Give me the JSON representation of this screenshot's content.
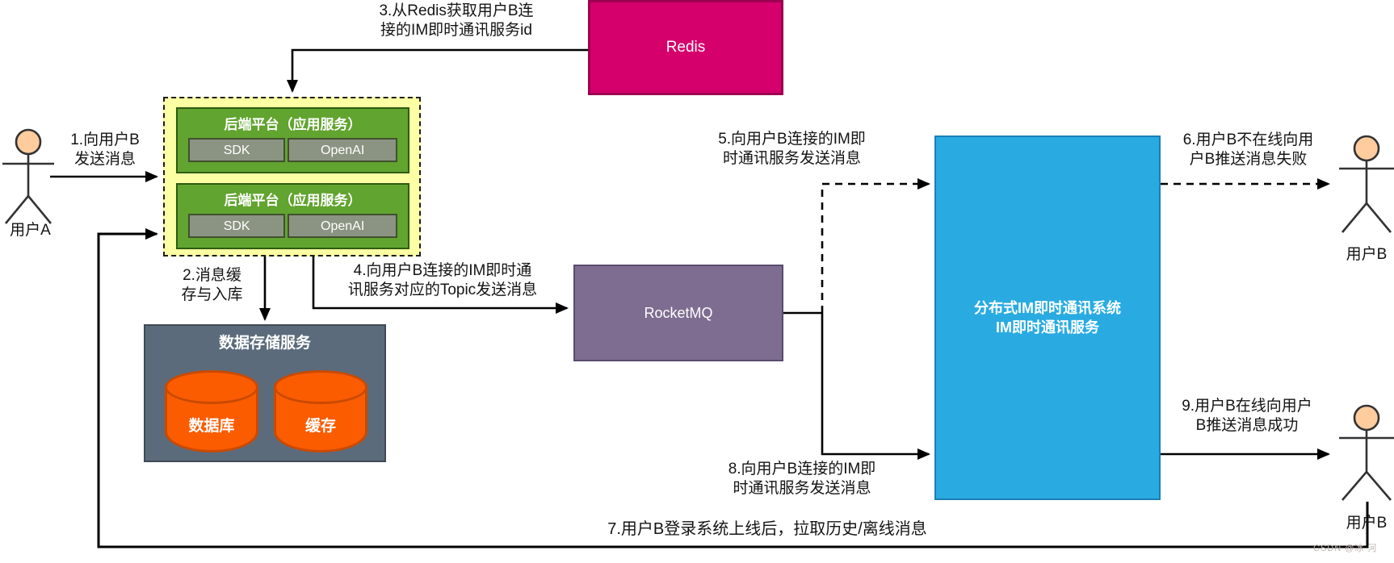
{
  "actors": {
    "user_a": {
      "label": "用户A"
    },
    "user_b_top": {
      "label": "用户B"
    },
    "user_b_bottom": {
      "label": "用户B"
    }
  },
  "nodes": {
    "redis": {
      "label": "Redis",
      "color": "#D6006C"
    },
    "rocketmq": {
      "label": "RocketMQ",
      "color": "#7E6D91"
    },
    "backend_cluster": {
      "instances": [
        {
          "title": "后端平台（应用服务）",
          "sdk": "SDK",
          "openai": "OpenAI"
        },
        {
          "title": "后端平台（应用服务）",
          "sdk": "SDK",
          "openai": "OpenAI"
        }
      ],
      "color": "#61A42F",
      "container_color": "#FCFFA3"
    },
    "storage": {
      "title": "数据存储服务",
      "db": "数据库",
      "cache": "缓存",
      "color": "#5B6B7C",
      "cylinder_color": "#FB5C00"
    },
    "im_system": {
      "line1": "分布式IM即时通讯系统",
      "line2": "IM即时通讯服务",
      "color": "#29ABE2"
    }
  },
  "edges": {
    "e1": {
      "line1": "1.向用户B",
      "line2": "发送消息"
    },
    "e2": {
      "line1": "2.消息缓",
      "line2": "存与入库"
    },
    "e3": {
      "line1": "3.从Redis获取用户B连",
      "line2": "接的IM即时通讯服务id"
    },
    "e4": {
      "line1": "4.向用户B连接的IM即时通",
      "line2": "讯服务对应的Topic发送消息"
    },
    "e5": {
      "line1": "5.向用户B连接的IM即",
      "line2": "时通讯服务发送消息"
    },
    "e6": {
      "line1": "6.用户B不在线向用",
      "line2": "户B推送消息失败"
    },
    "e7": {
      "label": "7.用户B登录系统上线后，拉取历史/离线消息"
    },
    "e8": {
      "line1": "8.向用户B连接的IM即",
      "line2": "时通讯服务发送消息"
    },
    "e9": {
      "line1": "9.用户B在线向用户",
      "line2": "B推送消息成功"
    }
  },
  "watermark": "CSDN @冰 河"
}
